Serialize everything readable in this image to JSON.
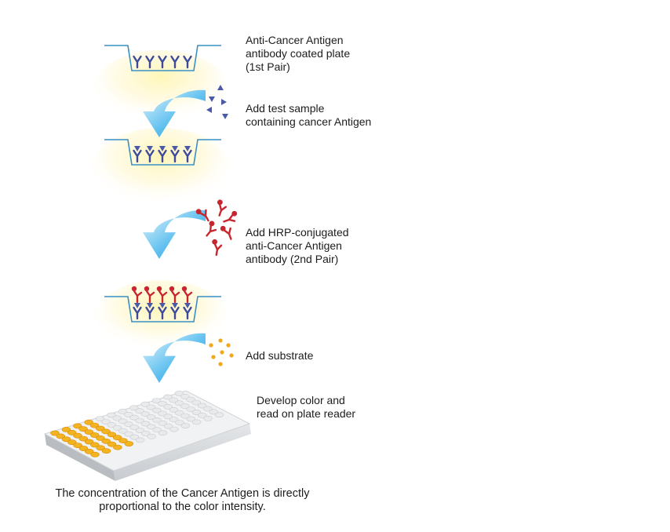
{
  "steps": [
    {
      "lines": [
        "Anti-Cancer Antigen",
        "antibody coated plate",
        "(1st Pair)"
      ]
    },
    {
      "lines": [
        "Add test sample",
        "containing cancer Antigen"
      ]
    },
    {
      "lines": [
        "Add HRP-conjugated",
        "anti-Cancer Antigen",
        "antibody (2nd Pair)"
      ]
    },
    {
      "lines": [
        "Add substrate"
      ]
    },
    {
      "lines": [
        "Develop color and",
        "read on plate reader"
      ]
    }
  ],
  "caption": {
    "line1": "The concentration of the Cancer Antigen is directly",
    "line2": "proportional to the color intensity."
  },
  "colors": {
    "capture_antibody": "#3d4a9c",
    "antigen": "#4a5aa8",
    "detection_antibody": "#c8262e",
    "substrate": "#f2a81d",
    "arrow": "#1e9be0",
    "well_outline": "#3a8fc4",
    "glow": "#fff3b0",
    "plate_colored_wells": "#f4b41f",
    "plate_empty_wells": "#e8eaec"
  },
  "icons": [
    "capture-antibody-icon",
    "antigen-triangle-icon",
    "hrp-antibody-icon",
    "substrate-dot-icon",
    "process-arrow-icon",
    "microplate-icon"
  ]
}
